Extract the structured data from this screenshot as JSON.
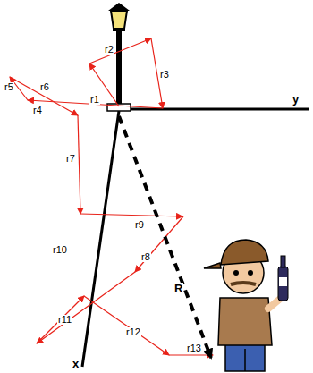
{
  "diagram": {
    "labels": [
      "r1",
      "r2",
      "r3",
      "r4",
      "r5",
      "r6",
      "r7",
      "r8",
      "r9",
      "r10",
      "r11",
      "r12",
      "r13",
      "R",
      "x",
      "y"
    ]
  }
}
